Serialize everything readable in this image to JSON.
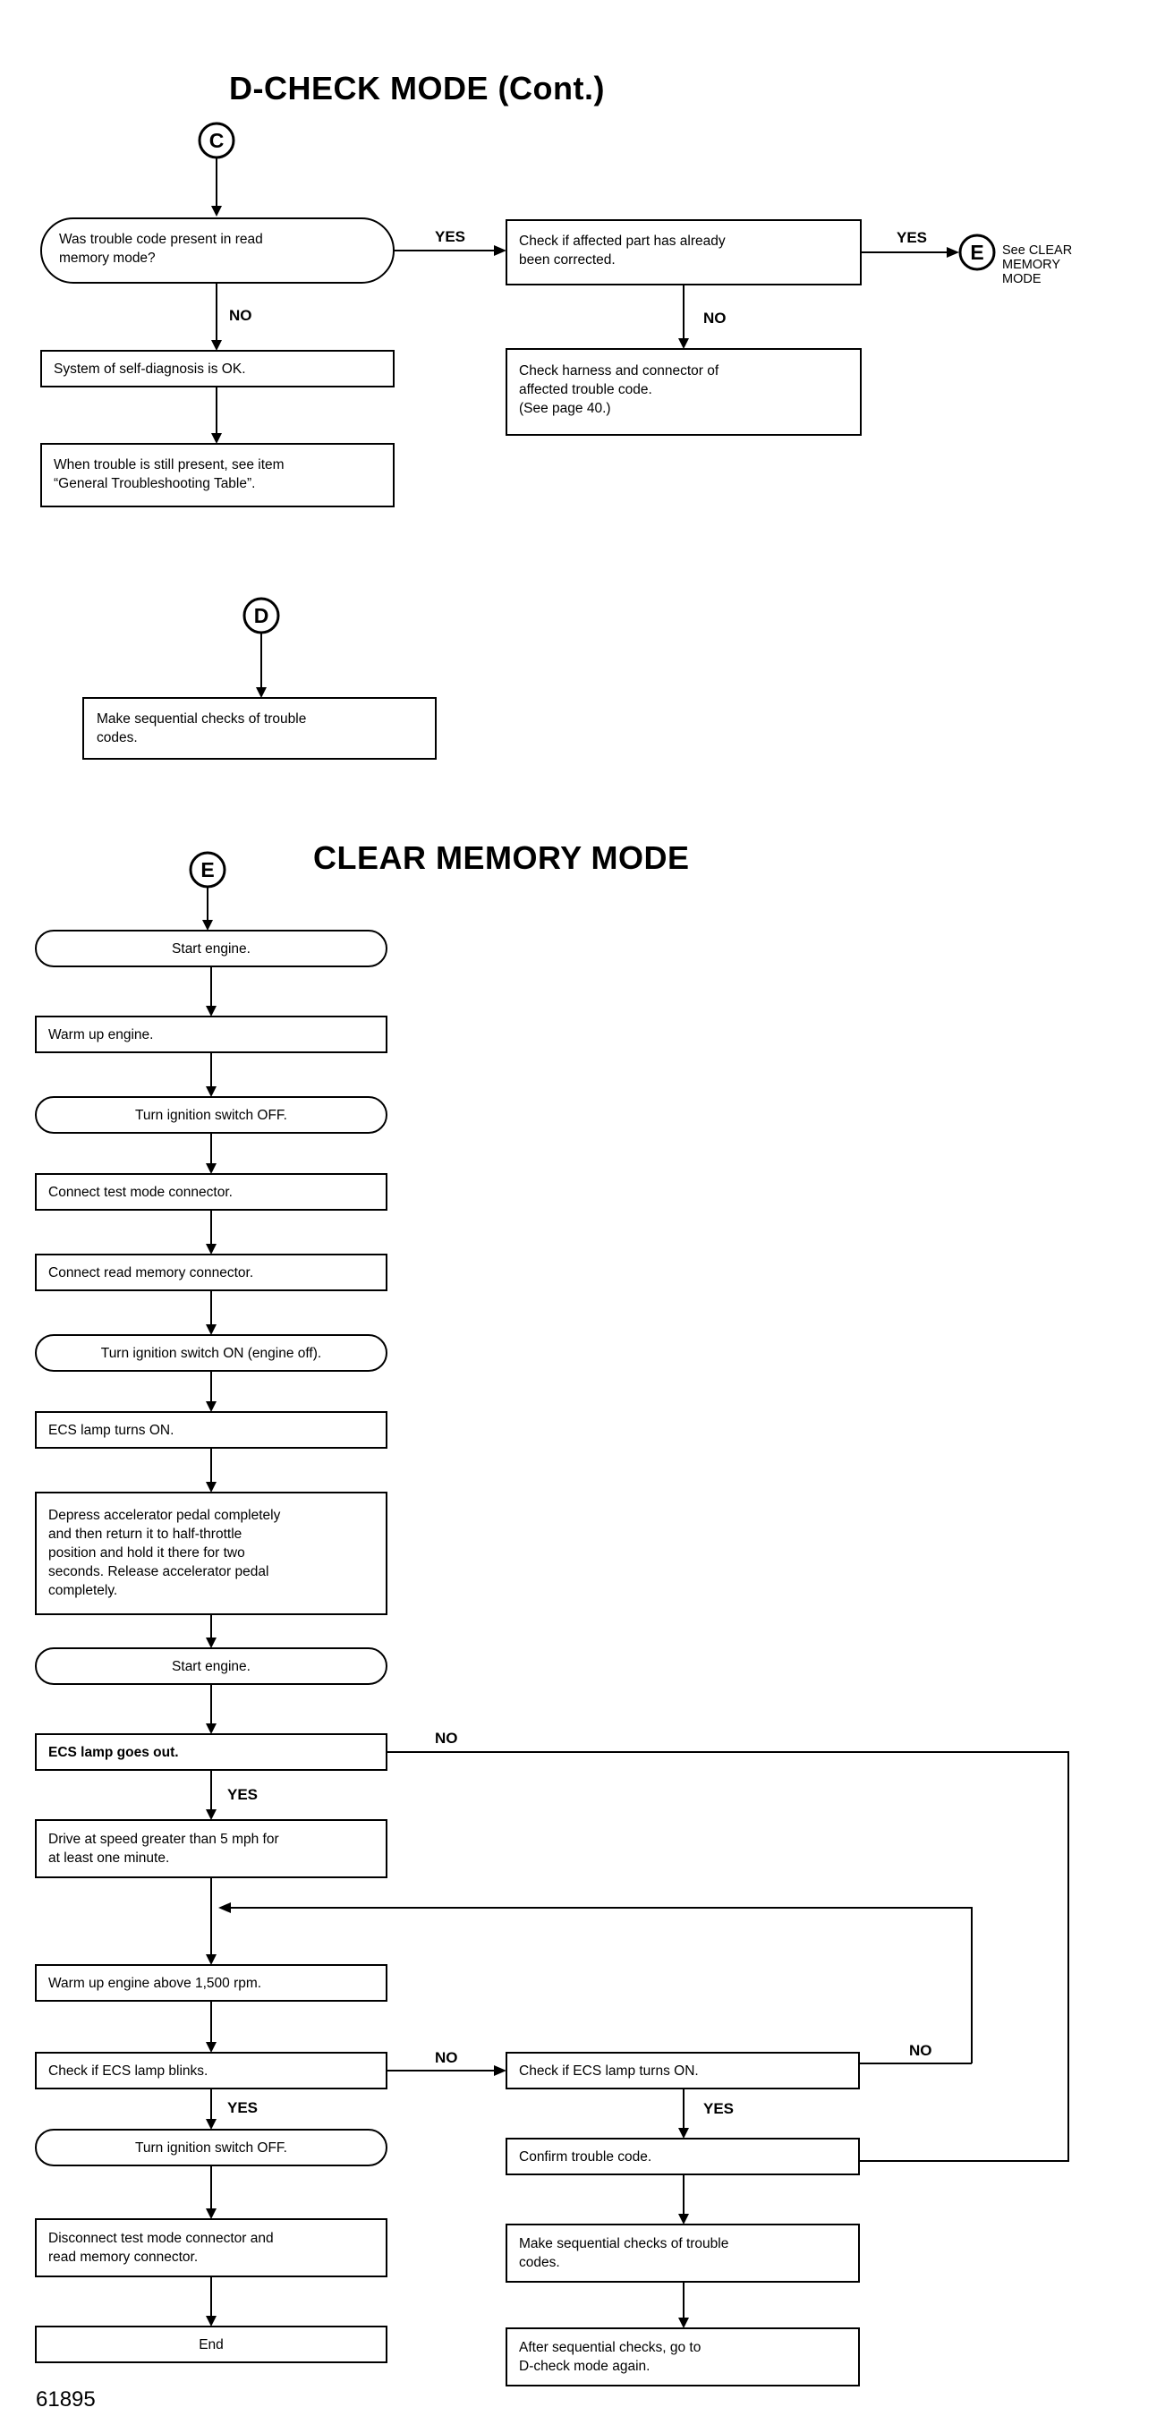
{
  "titles": {
    "dcheck": "D-CHECK MODE (Cont.)",
    "clear": "CLEAR MEMORY MODE"
  },
  "connectors": {
    "c": "C",
    "d": "D",
    "e_top": "E",
    "e_left": "E"
  },
  "section_c": {
    "q1": "Was trouble code present in read\nmemory mode?",
    "ok": "System of self-diagnosis is OK.",
    "still": "When trouble is still present, see item\n“General Troubleshooting Table”.",
    "check_part": "Check if affected part has already\nbeen corrected.",
    "harness": "Check harness and connector of\naffected trouble code.\n(See page 40.)",
    "see_clear": "See CLEAR\nMEMORY\nMODE"
  },
  "section_d": {
    "make_seq": "Make sequential checks of trouble\ncodes."
  },
  "section_e": {
    "s1": "Start engine.",
    "s2": "Warm up engine.",
    "s3": "Turn ignition switch OFF.",
    "s4": "Connect test mode connector.",
    "s5": "Connect read memory connector.",
    "s6": "Turn ignition switch ON (engine off).",
    "s7": "ECS lamp turns ON.",
    "s8": "Depress accelerator pedal completely\nand then return it to half-throttle\nposition and hold it there for two\nseconds.  Release accelerator pedal\ncompletely.",
    "s9": "Start engine.",
    "s10": "ECS lamp goes out.",
    "s11": "Drive at speed greater than 5 mph for\nat least one minute.",
    "s12": "Warm up engine above 1,500 rpm.",
    "s13": "Check if ECS lamp blinks.",
    "s14": "Turn ignition switch OFF.",
    "s15": "Disconnect test mode connector and\nread memory connector.",
    "s16": "End",
    "r1": "Check if ECS lamp turns ON.",
    "r2": "Confirm trouble code.",
    "r3": "Make sequential checks of trouble\ncodes.",
    "r4": "After sequential checks, go to\nD-check mode again."
  },
  "labels": {
    "yes": "YES",
    "no": "NO"
  },
  "figure_number": "61895"
}
